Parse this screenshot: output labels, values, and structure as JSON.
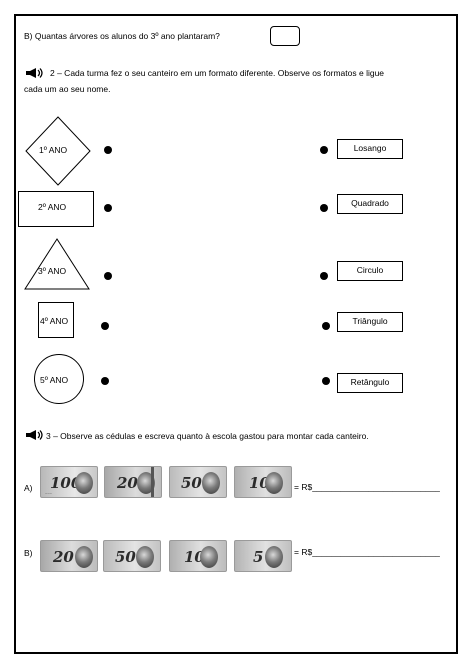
{
  "question_b": {
    "label": "B)",
    "text": "Quantas árvores os alunos do 3º ano plantaram?"
  },
  "task2": {
    "text_line1": "2 – Cada turma fez o seu canteiro em um formato diferente. Observe os formatos e ligue",
    "text_line2": "cada um ao seu nome."
  },
  "shapes": {
    "items": [
      {
        "label": "1º ANO",
        "shape": "diamond"
      },
      {
        "label": "2º ANO",
        "shape": "rectangle"
      },
      {
        "label": "3º ANO",
        "shape": "triangle"
      },
      {
        "label": "4º ANO",
        "shape": "square"
      },
      {
        "label": "5º ANO",
        "shape": "circle"
      }
    ]
  },
  "names": {
    "items": [
      "Losango",
      "Quadrado",
      "Circulo",
      "Triângulo",
      "Retângulo"
    ]
  },
  "task3": {
    "text": "3 – Observe as cédulas e escreva quanto à escola gastou para montar cada canteiro."
  },
  "row_a": {
    "label": "A)",
    "notes": [
      "100",
      "20",
      "50",
      "10"
    ],
    "answer": "= R$___________________________"
  },
  "row_b": {
    "label": "B)",
    "notes": [
      "20",
      "50",
      "10",
      "5"
    ],
    "answer": "= R$___________________________"
  },
  "icons": {
    "speaker": "megaphone-icon"
  }
}
